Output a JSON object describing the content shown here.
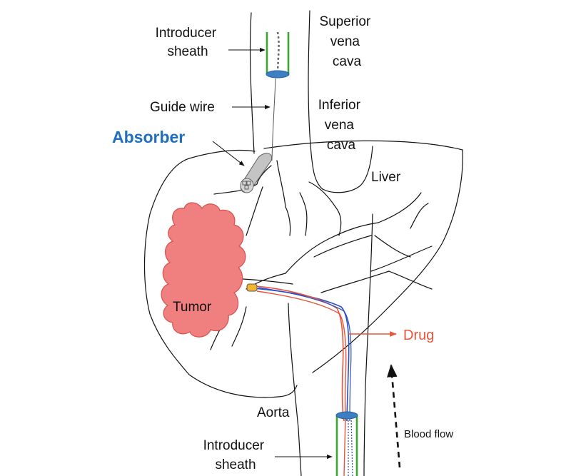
{
  "labels": {
    "introducer_sheath_top": [
      "Introducer",
      "sheath"
    ],
    "superior_vena_cava": [
      "Superior",
      "vena",
      "cava"
    ],
    "guide_wire": "Guide wire",
    "inferior_vena_cava": [
      "Inferior",
      "vena",
      "cava"
    ],
    "absorber": "Absorber",
    "liver": "Liver",
    "tumor": "Tumor",
    "drug": "Drug",
    "aorta": "Aorta",
    "blood_flow": "Blood flow",
    "introducer_sheath_bottom": [
      "Introducer",
      "sheath"
    ]
  },
  "colors": {
    "absorber_text": "#1f6fbf",
    "drug": "#e8553a",
    "tumor_fill": "#f08080",
    "tumor_stroke": "#d9534f",
    "sheath_green": "#3aa635",
    "sheath_cap": "#3d7fc4",
    "catheter_blue": "#2b4fc2",
    "absorber_gray": "#bdbdbd",
    "balloon_yellow": "#f2b530"
  }
}
